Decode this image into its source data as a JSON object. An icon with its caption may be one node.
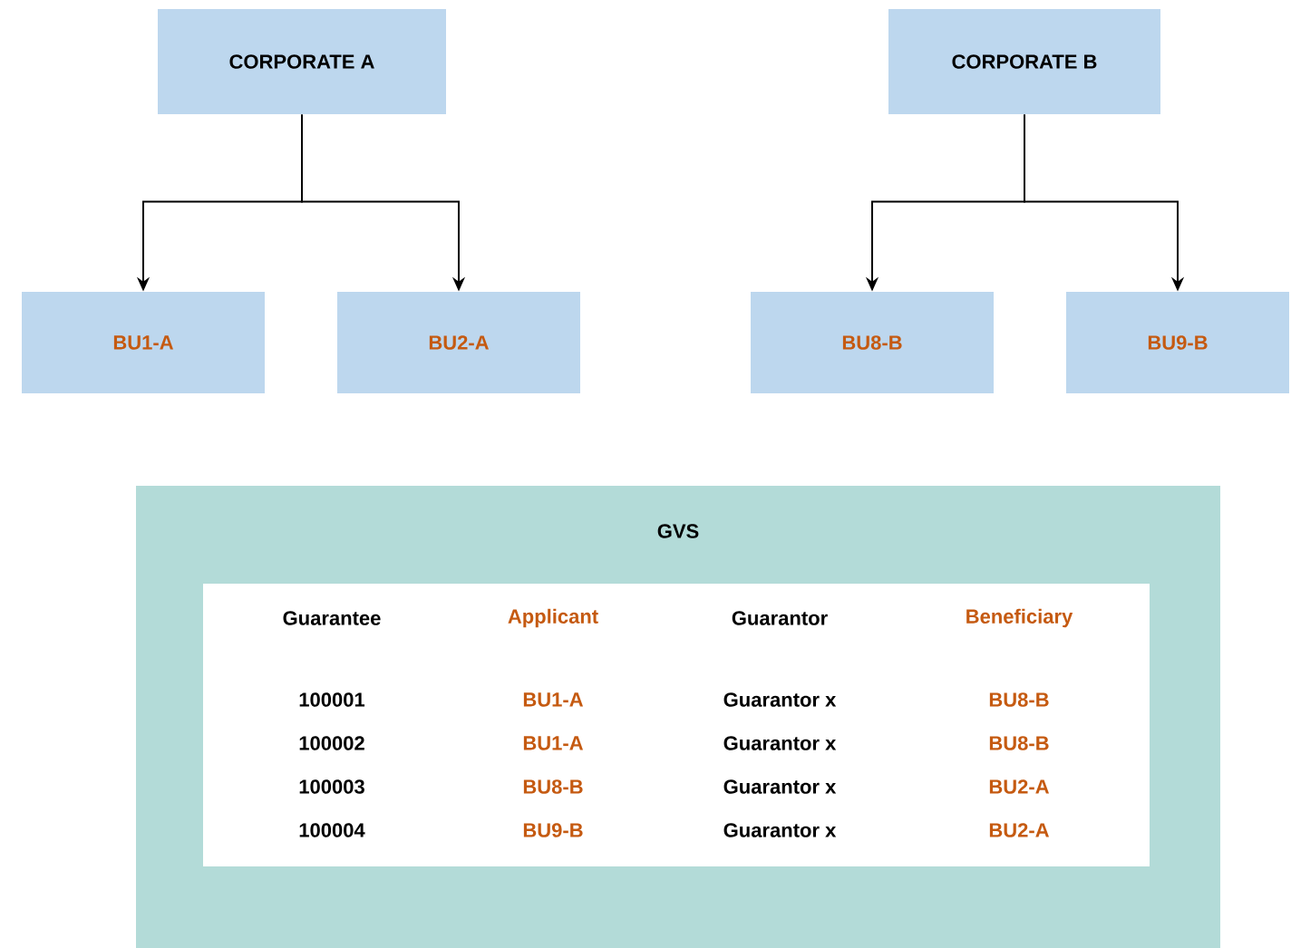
{
  "diagram": {
    "nodes": [
      {
        "text": [
          "CORPORATE A"
        ]
      },
      {
        "text": [
          "CORPORATE B"
        ]
      },
      {
        "text": [
          "BU1-A"
        ]
      },
      {
        "text": [
          "BU2-A"
        ]
      },
      {
        "text": [
          "BU8-B"
        ]
      },
      {
        "text": [
          "BU9-B"
        ]
      },
      {
        "text": [
          "GVS"
        ]
      }
    ],
    "edges": [
      {
        "from": 0,
        "to": 2,
        "arrow": "to"
      },
      {
        "from": 0,
        "to": 3,
        "arrow": "to"
      },
      {
        "from": 1,
        "to": 4,
        "arrow": "to"
      },
      {
        "from": 1,
        "to": 5,
        "arrow": "to"
      }
    ],
    "labels": [
      "Guarantee",
      "Applicant",
      "Guarantor",
      "Beneficiary",
      "100001",
      "BU1-A",
      "Guarantor x",
      "BU8-B",
      "100002",
      "BU1-A",
      "Guarantor x",
      "BU8-B",
      "100003",
      "BU8-B",
      "Guarantor x",
      "BU2-A",
      "100004",
      "BU9-B",
      "Guarantor x",
      "BU2-A"
    ]
  }
}
